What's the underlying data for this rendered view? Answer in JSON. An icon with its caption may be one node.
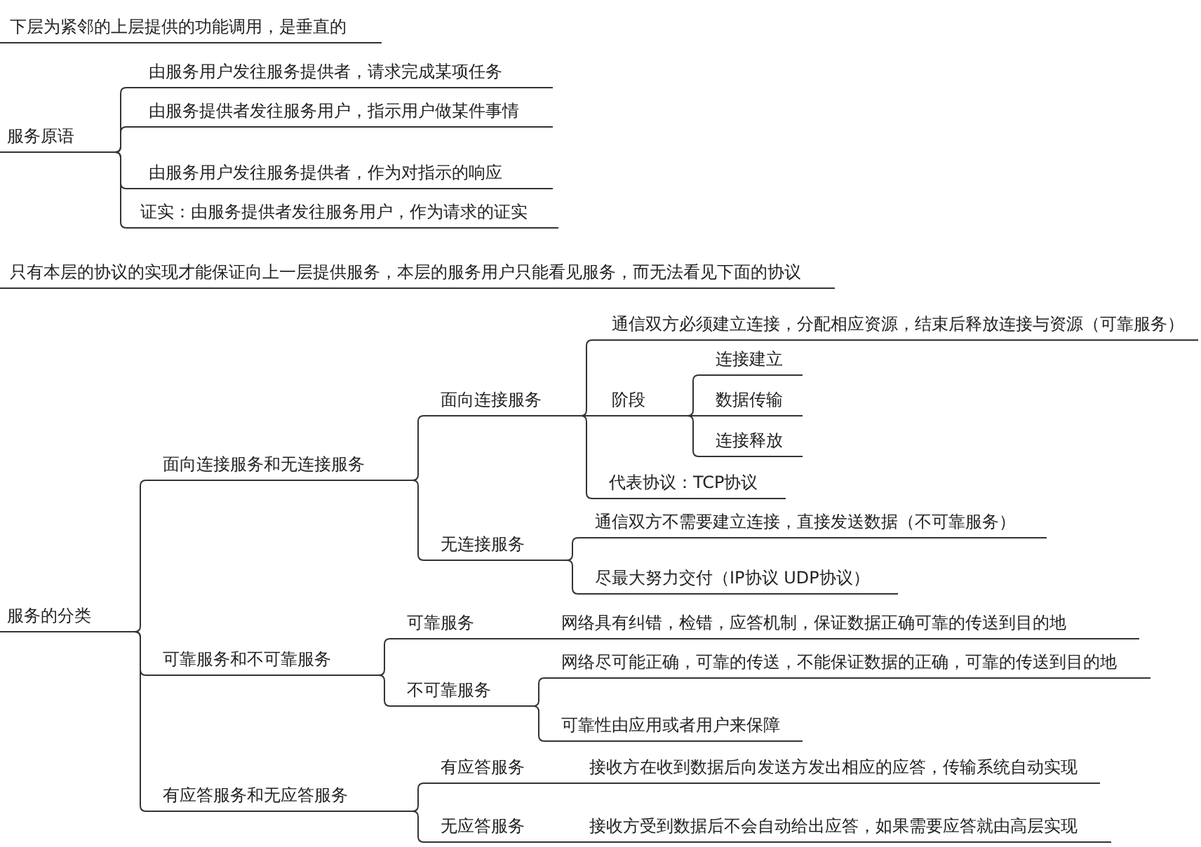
{
  "diagram": {
    "nodes": [
      {
        "text": [
          "下层为紧邻的上层提供的功能调用，是垂直的"
        ]
      },
      {
        "text": [
          "服务原语"
        ]
      },
      {
        "text": [
          "由服务用户发往服务提供者，请求完成某项任务"
        ]
      },
      {
        "text": [
          "由服务提供者发往服务用户，指示用户做某件事情"
        ]
      },
      {
        "text": [
          "由服务用户发往服务提供者，作为对指示的响应"
        ]
      },
      {
        "text": [
          "证实：由服务提供者发往服务用户，作为请求的证实"
        ]
      },
      {
        "text": [
          "只有本层的协议的实现才能保证向上一层提供服务，本层的服务用户只能看见服务，而无法看见下面的协议"
        ]
      },
      {
        "text": [
          "服务的分类"
        ]
      },
      {
        "text": [
          "面向连接服务和无连接服务"
        ]
      },
      {
        "text": [
          "面向连接服务"
        ]
      },
      {
        "text": [
          "通信双方必须建立连接，分配相应资源，结束后释放连接与资源（可靠服务）"
        ]
      },
      {
        "text": [
          "阶段"
        ]
      },
      {
        "text": [
          "连接建立"
        ]
      },
      {
        "text": [
          "数据传输"
        ]
      },
      {
        "text": [
          "连接释放"
        ]
      },
      {
        "text": [
          "代表协议：TCP协议"
        ]
      },
      {
        "text": [
          "无连接服务"
        ]
      },
      {
        "text": [
          "通信双方不需要建立连接，直接发送数据（不可靠服务）"
        ]
      },
      {
        "text": [
          "尽最大努力交付（IP协议  UDP协议）"
        ]
      },
      {
        "text": [
          "可靠服务和不可靠服务"
        ]
      },
      {
        "text": [
          "可靠服务"
        ]
      },
      {
        "text": [
          "网络具有纠错，检错，应答机制，保证数据正确可靠的传送到目的地"
        ]
      },
      {
        "text": [
          "不可靠服务"
        ]
      },
      {
        "text": [
          "网络尽可能正确，可靠的传送，不能保证数据的正确，可靠的传送到目的地"
        ]
      },
      {
        "text": [
          "可靠性由应用或者用户来保障"
        ]
      },
      {
        "text": [
          "有应答服务和无应答服务"
        ]
      },
      {
        "text": [
          "有应答服务"
        ]
      },
      {
        "text": [
          "接收方在收到数据后向发送方发出相应的应答，传输系统自动实现"
        ]
      },
      {
        "text": [
          "无应答服务"
        ]
      },
      {
        "text": [
          "接收方受到数据后不会自动给出应答，如果需要应答就由高层实现"
        ]
      }
    ],
    "edges": [
      {
        "from": 1,
        "to": 2,
        "arrow": "none"
      },
      {
        "from": 1,
        "to": 3,
        "arrow": "none"
      },
      {
        "from": 1,
        "to": 4,
        "arrow": "none"
      },
      {
        "from": 1,
        "to": 5,
        "arrow": "none"
      },
      {
        "from": 7,
        "to": 8,
        "arrow": "none"
      },
      {
        "from": 7,
        "to": 19,
        "arrow": "none"
      },
      {
        "from": 7,
        "to": 25,
        "arrow": "none"
      },
      {
        "from": 8,
        "to": 9,
        "arrow": "none"
      },
      {
        "from": 8,
        "to": 16,
        "arrow": "none"
      },
      {
        "from": 9,
        "to": 10,
        "arrow": "none"
      },
      {
        "from": 9,
        "to": 11,
        "arrow": "none"
      },
      {
        "from": 9,
        "to": 15,
        "arrow": "none"
      },
      {
        "from": 11,
        "to": 12,
        "arrow": "none"
      },
      {
        "from": 11,
        "to": 13,
        "arrow": "none"
      },
      {
        "from": 11,
        "to": 14,
        "arrow": "none"
      },
      {
        "from": 16,
        "to": 17,
        "arrow": "none"
      },
      {
        "from": 16,
        "to": 18,
        "arrow": "none"
      },
      {
        "from": 19,
        "to": 20,
        "arrow": "none"
      },
      {
        "from": 19,
        "to": 22,
        "arrow": "none"
      },
      {
        "from": 20,
        "to": 21,
        "arrow": "none"
      },
      {
        "from": 22,
        "to": 23,
        "arrow": "none"
      },
      {
        "from": 22,
        "to": 24,
        "arrow": "none"
      },
      {
        "from": 25,
        "to": 26,
        "arrow": "none"
      },
      {
        "from": 25,
        "to": 28,
        "arrow": "none"
      },
      {
        "from": 26,
        "to": 27,
        "arrow": "none"
      },
      {
        "from": 28,
        "to": 29,
        "arrow": "none"
      }
    ]
  }
}
